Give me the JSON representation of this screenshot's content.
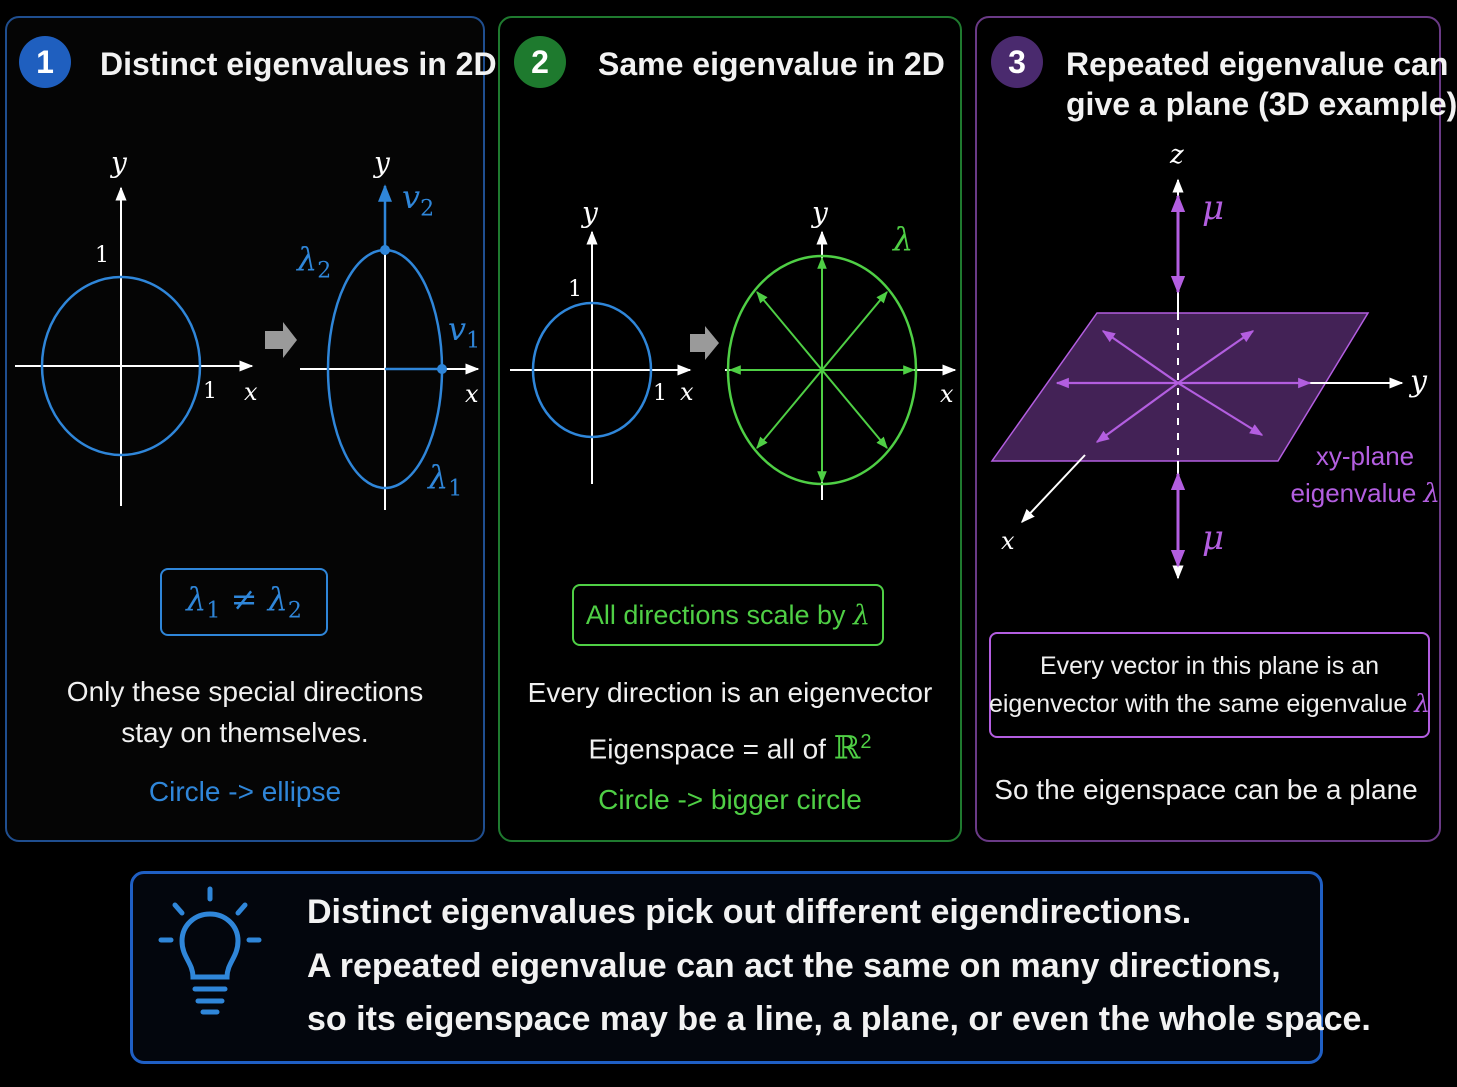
{
  "panel1": {
    "number": "1",
    "title": "Distinct eigenvalues in 2D",
    "axis_y_left": "y",
    "axis_x_left": "x",
    "tick_one_y": "1",
    "tick_one_x": "1",
    "axis_y_right": "y",
    "axis_x_right": "x",
    "v2_label": "v",
    "v2_sub": "2",
    "v1_label": "v",
    "v1_sub": "1",
    "lambda2_label": "λ",
    "lambda2_sub": "2",
    "lambda1_label": "λ",
    "lambda1_sub": "1",
    "formula_a": "λ",
    "formula_a_sub": "1",
    "formula_op": " ≠ ",
    "formula_b": "λ",
    "formula_b_sub": "2",
    "line1": "Only these special directions",
    "line2": "stay on themselves.",
    "caption": "Circle -> ellipse",
    "accent": "#2f86d9"
  },
  "panel2": {
    "number": "2",
    "title": "Same eigenvalue in 2D",
    "axis_y_left": "y",
    "axis_x_left": "x",
    "tick_one_y": "1",
    "tick_one_x": "1",
    "axis_y_right": "y",
    "axis_x_right": "x",
    "lambda_label": "λ",
    "box_text": "All directions scale by ",
    "box_lambda": "λ",
    "line1": "Every direction is an eigenvector",
    "line2_prefix": "Eigenspace = all of ",
    "line2_symbol": "ℝ",
    "line2_sup": "2",
    "caption": "Circle -> bigger circle",
    "accent": "#4fcf45"
  },
  "panel3": {
    "number": "3",
    "title_line1": "Repeated eigenvalue can",
    "title_line2": "give a plane (3D example)",
    "axis_z": "z",
    "axis_y": "y",
    "axis_x": "x",
    "mu_top": "μ",
    "mu_bottom": "μ",
    "plane_label1": "xy-plane",
    "plane_label2_prefix": "eigenvalue ",
    "plane_label2_lambda": "λ",
    "box_line1": "Every vector in this plane is an",
    "box_line2_prefix": "eigenvector with the same eigenvalue ",
    "box_line2_lambda": "λ",
    "caption": "So the eigenspace can be a plane",
    "accent": "#b35ee0"
  },
  "summary": {
    "line1": "Distinct eigenvalues pick out different eigendirections.",
    "line2": "A repeated eigenvalue can act the same on many directions,",
    "line3": "so its eigenspace may be a line, a plane, or even the whole space.",
    "icon": "lightbulb-icon"
  }
}
